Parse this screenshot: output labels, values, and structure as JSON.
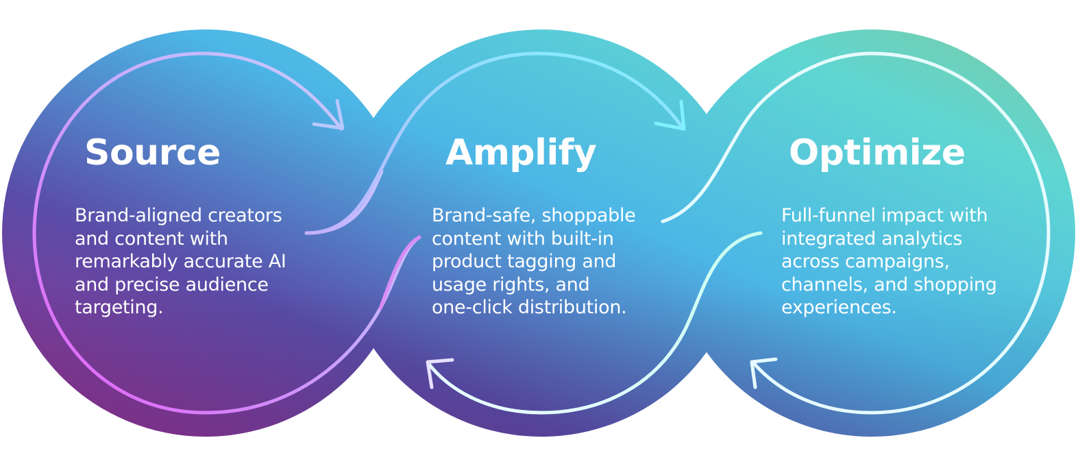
{
  "stages": [
    {
      "id": "source",
      "title": "Source",
      "description": "Brand-aligned creators\nand content with\nremarkably accurate AI\nand precise audience\ntargeting."
    },
    {
      "id": "amplify",
      "title": "Amplify",
      "description": "Brand-safe, shoppable\ncontent with built-in\nproduct tagging and\nusage rights, and\none-click distribution."
    },
    {
      "id": "optimize",
      "title": "Optimize",
      "description": "Full-funnel impact with\nintegrated analytics\nacross campaigns,\nchannels, and shopping\nexperiences."
    }
  ],
  "colors": {
    "purple_deep": "#9a2e8c",
    "indigo": "#4b4fa8",
    "sky_blue": "#4fc1ea",
    "teal": "#66d8c8",
    "sea_green": "#7ec79b",
    "stroke_light": "#e9f6ff",
    "stroke_pink": "#e95cf2",
    "stroke_cyan": "#7ff0ff"
  }
}
